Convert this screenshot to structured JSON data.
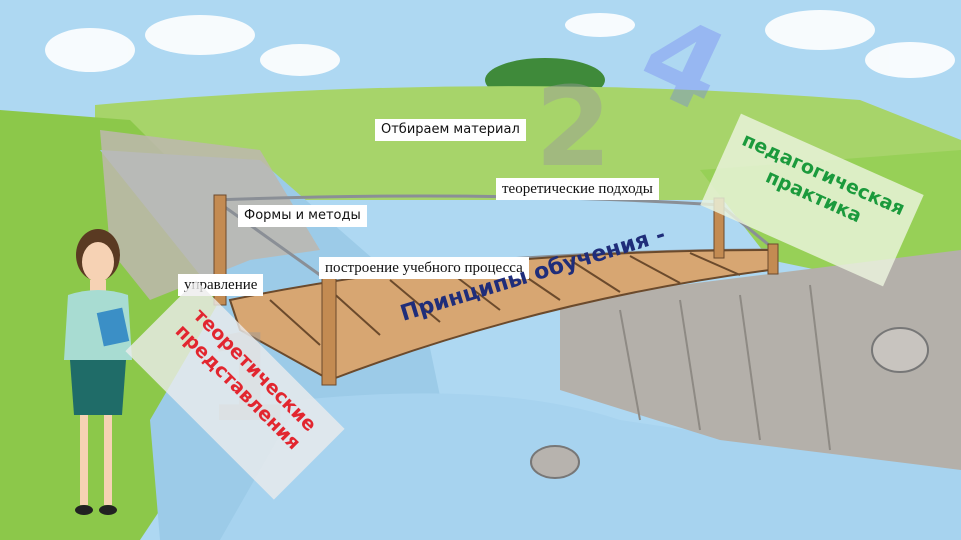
{
  "labels": {
    "select_material": "Отбираем материал",
    "theoretical_approaches": "теоретические подходы",
    "forms_methods": "Формы и методы",
    "building_process": "построение учебного процесса",
    "management": "управление"
  },
  "banners": {
    "main": "Принципы обучения -",
    "right_line1": "педагогическая",
    "right_line2": "практика",
    "left_line1": "теоретические",
    "left_line2": "представления"
  },
  "colors": {
    "sky": "#aed8f2",
    "grass": "#8cc84a",
    "river": "#9ccbe8",
    "wood": "#d7a672",
    "rope": "#8a8f96",
    "main_text": "#1f2d7a",
    "right_text": "#1b9a3c",
    "left_text": "#e2262f"
  }
}
